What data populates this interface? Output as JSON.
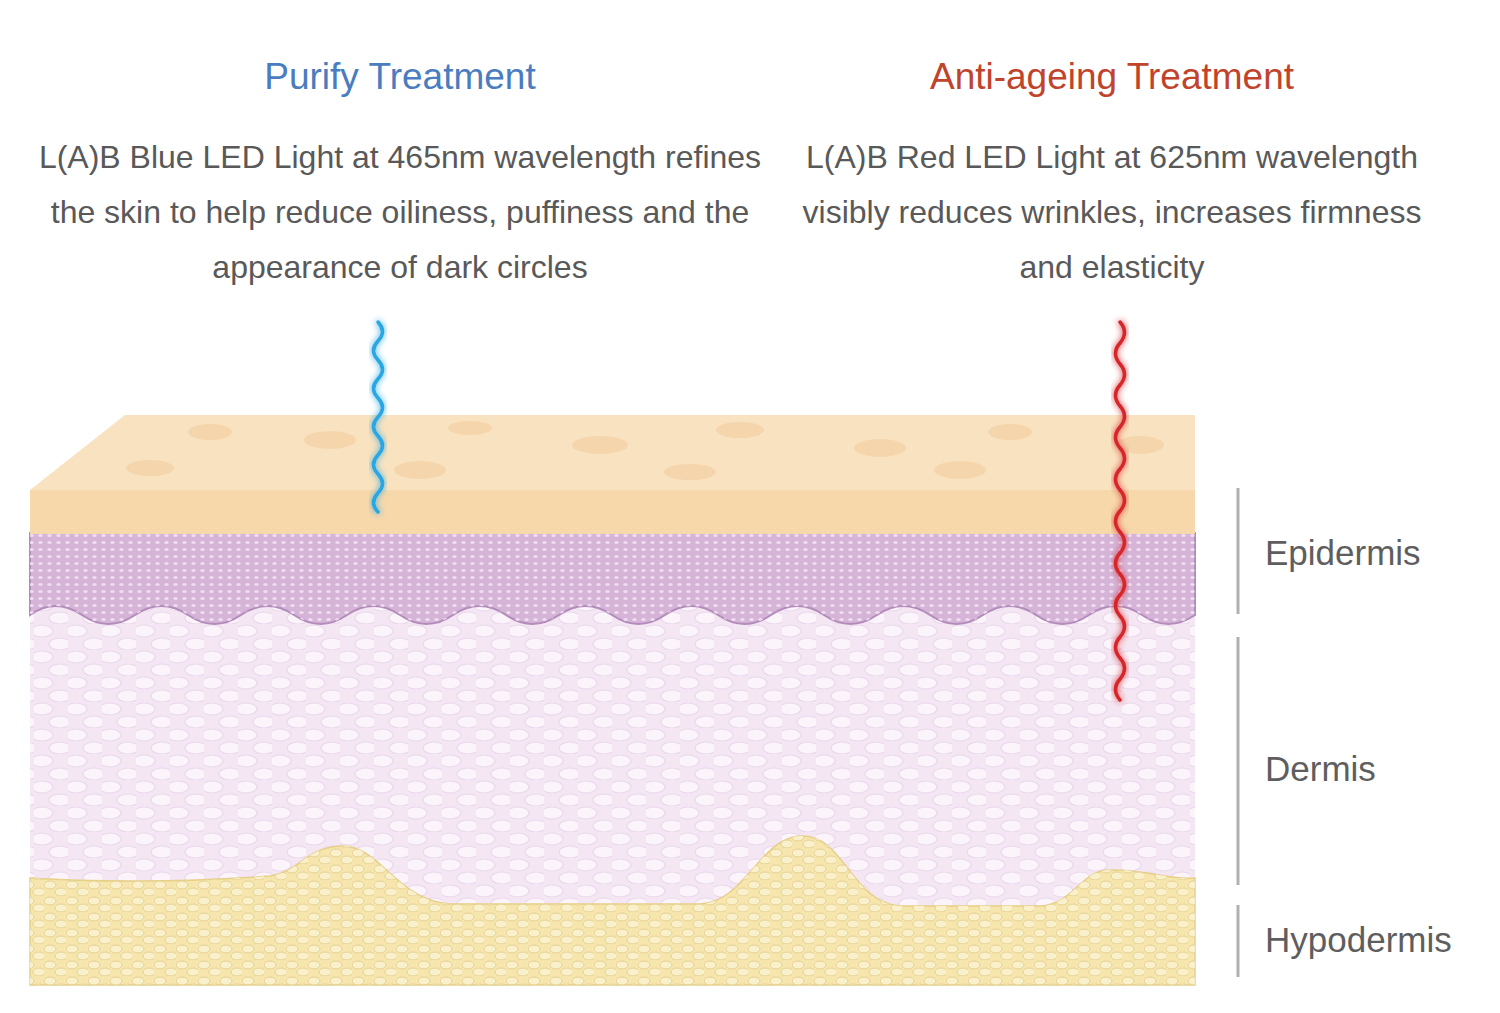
{
  "diagram": {
    "labels": [
      "Purify Treatment",
      "L(A)B Blue LED Light at 465nm wavelength refines the skin to help reduce oiliness, puffiness and the appearance of dark circles",
      "Anti-ageing Treatment",
      "L(A)B Red LED Light at 625nm wavelength visibly reduces wrinkles, increases firmness and elasticity",
      "Epidermis",
      "Dermis",
      "Hypodermis"
    ]
  }
}
